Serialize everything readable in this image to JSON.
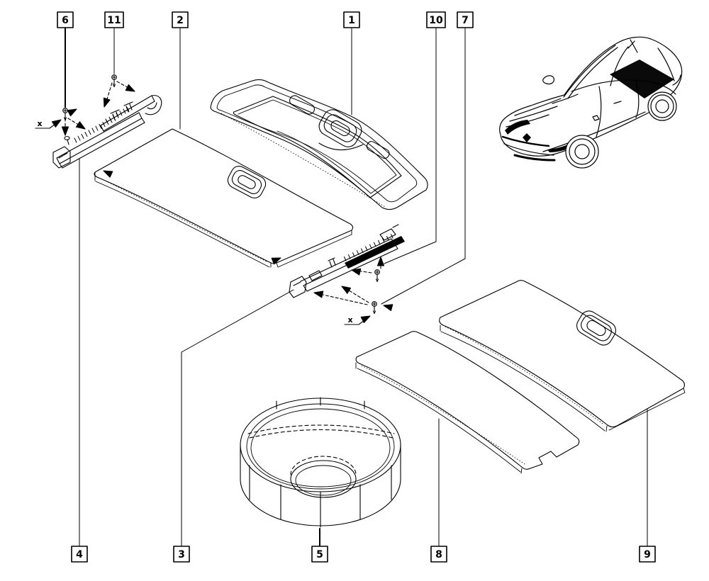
{
  "colors": {
    "ink": "#000000",
    "paper": "#ffffff",
    "highlight_fill": "#0a0a0a"
  },
  "diagram": {
    "type": "exploded-parts-diagram",
    "callouts": [
      "6",
      "11",
      "2",
      "1",
      "10",
      "7",
      "4",
      "3",
      "5",
      "8",
      "9"
    ],
    "fixing_markers": [
      "x",
      "x"
    ]
  }
}
